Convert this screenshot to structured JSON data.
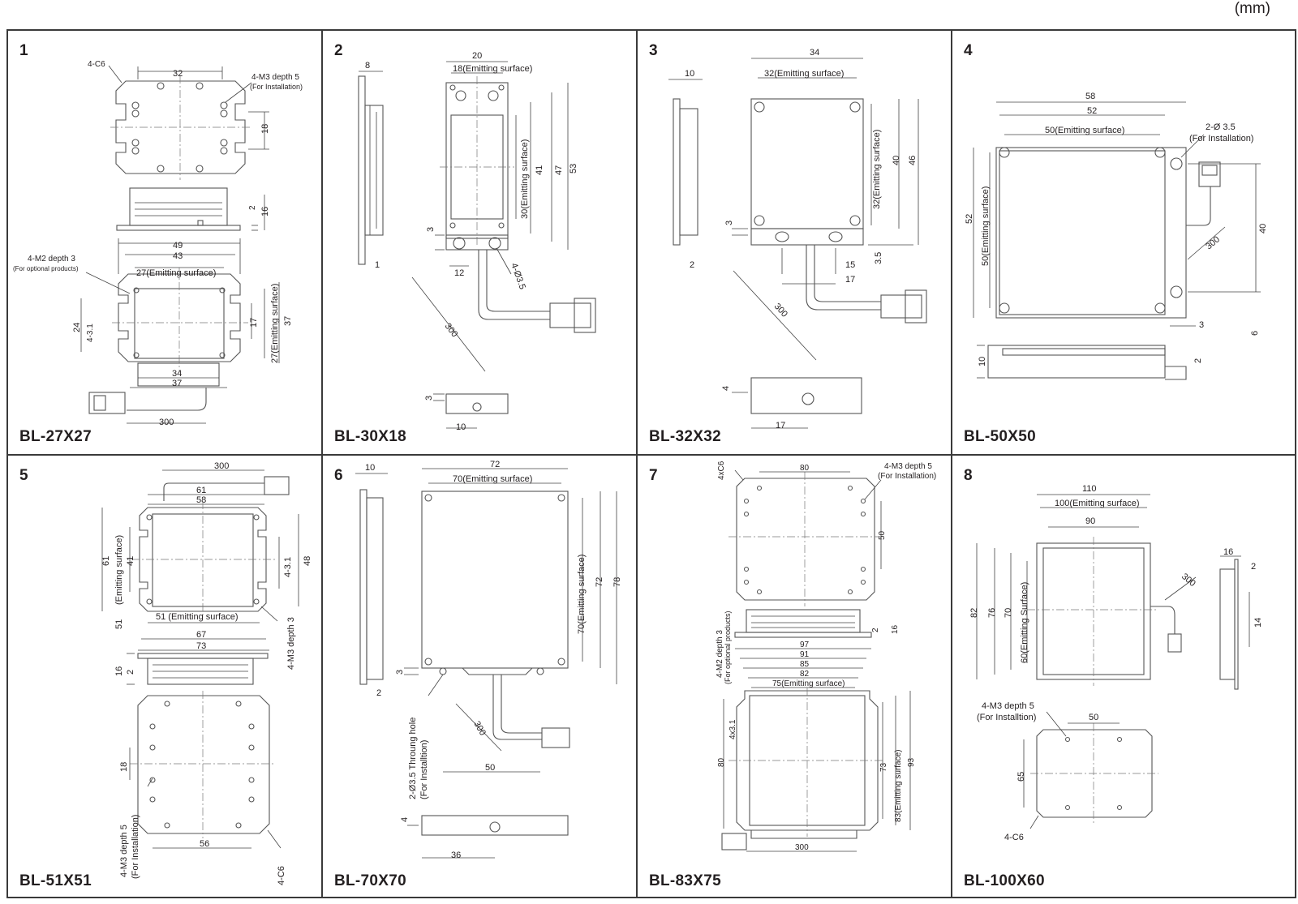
{
  "unit": "(mm)",
  "products": [
    {
      "index": "1",
      "model": "BL-27X27",
      "labels": {
        "chamfer": "4-C6",
        "dim_32": "32",
        "install_holes": "4-M3 depth 5",
        "install_note": "(For Installation)",
        "dim_18": "18",
        "dim_2": "2",
        "dim_16": "16",
        "opt_holes": "4-M2 depth 3",
        "opt_note": "(For optional products)",
        "dim_49": "49",
        "dim_43": "43",
        "emit_w": "27(Emitting surface)",
        "dim_24": "24",
        "slots": "4-3.1",
        "dim_17": "17",
        "emit_h": "27(Emitting surface)",
        "dim_37v": "37",
        "dim_34": "34",
        "dim_37": "37",
        "cable": "300"
      }
    },
    {
      "index": "2",
      "model": "BL-30X18",
      "labels": {
        "dim_8": "8",
        "dim_20": "20",
        "emit_w": "18(Emitting surface)",
        "emit_h": "30(Emitting surface)",
        "dim_41": "41",
        "dim_47": "47",
        "dim_53": "53",
        "dim_3": "3",
        "dim_12": "12",
        "holes": "4-Ø3.5",
        "dim_1": "1",
        "cable": "300",
        "dim_3b": "3",
        "dim_10": "10"
      }
    },
    {
      "index": "3",
      "model": "BL-32X32",
      "labels": {
        "dim_10": "10",
        "dim_34": "34",
        "emit_w": "32(Emitting surface)",
        "emit_h": "32(Emitting surface)",
        "dim_40": "40",
        "dim_46": "46",
        "dim_3": "3",
        "dim_2": "2",
        "dim_15": "15",
        "dim_3_5": "3.5",
        "dim_17": "17",
        "cable": "300",
        "dim_4": "4",
        "dim_17b": "17"
      }
    },
    {
      "index": "4",
      "model": "BL-50X50",
      "labels": {
        "dim_58": "58",
        "dim_52": "52",
        "emit_w": "50(Emitting surface)",
        "holes": "2-Ø 3.5",
        "install_note": "(For Installation)",
        "dim_52v": "52",
        "emit_h": "50(Emitting surface)",
        "cable": "300",
        "dim_40": "40",
        "dim_3": "3",
        "dim_6": "6",
        "dim_10": "10",
        "dim_2": "2"
      }
    },
    {
      "index": "5",
      "model": "BL-51X51",
      "labels": {
        "cable": "300",
        "dim_61": "61",
        "dim_58": "58",
        "dim_61v": "61",
        "emit_h": "(Emitting surface)",
        "dim_41": "41",
        "dim_51": "51",
        "slots": "4-3.1",
        "dim_48": "48",
        "emit_w": "51 (Emitting surface)",
        "opt_holes": "4-M3 depth 3",
        "dim_67": "67",
        "dim_73": "73",
        "dim_16": "16",
        "dim_2": "2",
        "dim_18": "18",
        "install_holes": "4-M3 depth 5",
        "install_note": "(For Installation)",
        "dim_56": "56",
        "chamfer": "4-C6"
      }
    },
    {
      "index": "6",
      "model": "BL-70X70",
      "labels": {
        "dim_10": "10",
        "dim_72": "72",
        "emit_w": "70(Emitting surface)",
        "emit_h": "70(Emitting surface)",
        "dim_72v": "72",
        "dim_78": "78",
        "dim_3": "3",
        "dim_2": "2",
        "holes": "2-Ø3.5 Throung hole",
        "install_note": "(For Installtion)",
        "cable": "300",
        "dim_50": "50",
        "dim_4": "4",
        "dim_36": "36"
      }
    },
    {
      "index": "7",
      "model": "BL-83X75",
      "labels": {
        "chamfer": "4xC6",
        "dim_80": "80",
        "install_holes": "4-M3 depth 5",
        "install_note": "(For Installation)",
        "dim_50": "50",
        "dim_2": "2",
        "dim_16": "16",
        "opt_holes": "4-M2 depth 3",
        "opt_note": "(For optional products)",
        "dim_97": "97",
        "dim_91": "91",
        "dim_85": "85",
        "dim_82": "82",
        "emit_w": "75(Emitting surface)",
        "slots": "4x3.1",
        "dim_80v": "80",
        "dim_73": "73",
        "emit_h": "83(Emitting surface)",
        "dim_93": "93",
        "cable": "300"
      }
    },
    {
      "index": "8",
      "model": "BL-100X60",
      "labels": {
        "dim_110": "110",
        "emit_w": "100(Emitting surface)",
        "dim_90": "90",
        "cable": "300",
        "dim_16": "16",
        "dim_2": "2",
        "dim_82": "82",
        "dim_76": "76",
        "dim_70": "70",
        "emit_h": "60(Emitting Surface)",
        "dim_14": "14",
        "install_holes": "4-M3 depth 5",
        "install_note": "(For Installtion)",
        "dim_50": "50",
        "dim_65": "65",
        "chamfer": "4-C6"
      }
    }
  ]
}
